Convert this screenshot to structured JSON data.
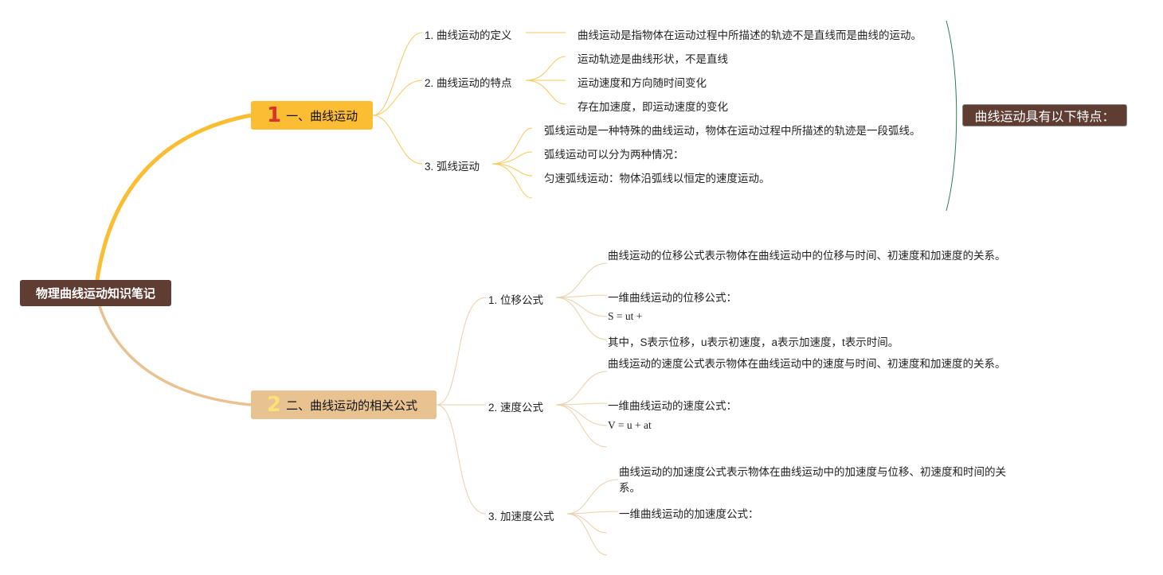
{
  "root": {
    "title": "物理曲线运动知识笔记"
  },
  "branch1": {
    "number": "1",
    "label": "一、曲线运动",
    "topics": [
      {
        "label": "1. 曲线运动的定义",
        "items": [
          "曲线运动是指物体在运动过程中所描述的轨迹不是直线而是曲线的运动。"
        ]
      },
      {
        "label": "2. 曲线运动的特点",
        "items": [
          "运动轨迹是曲线形状，不是直线",
          "运动速度和方向随时间变化",
          "存在加速度，即运动速度的变化"
        ]
      },
      {
        "label": "3. 弧线运动",
        "items": [
          "弧线运动是一种特殊的曲线运动，物体在运动过程中所描述的轨迹是一段弧线。",
          "弧线运动可以分为两种情况：",
          "匀速弧线运动：物体沿弧线以恒定的速度运动。"
        ]
      }
    ],
    "summary": "曲线运动具有以下特点："
  },
  "branch2": {
    "number": "2",
    "label": "二、曲线运动的相关公式",
    "topics": [
      {
        "label": "1. 位移公式",
        "items": [
          "曲线运动的位移公式表示物体在曲线运动中的位移与时间、初速度和加速度的关系。",
          "一维曲线运动的位移公式：",
          "S = ut +",
          "其中，S表示位移，u表示初速度，a表示加速度，t表示时间。"
        ]
      },
      {
        "label": "2. 速度公式",
        "items": [
          "曲线运动的速度公式表示物体在曲线运动中的速度与时间、初速度和加速度的关系。",
          "一维曲线运动的速度公式：",
          "V = u + at"
        ]
      },
      {
        "label": "3. 加速度公式",
        "items": [
          "曲线运动的加速度公式表示物体在曲线运动中的加速度与位移、初速度和时间的关系。",
          "一维曲线运动的加速度公式："
        ]
      }
    ]
  },
  "colors": {
    "root_bg": "#5f3d33",
    "branch1": "#fbbd33",
    "branch2": "#e8c291",
    "line1": "#f7c95a",
    "line2": "#eccfa8",
    "summary_bracket": "#2e7d5b",
    "number1": "#d9342b",
    "number2": "#fae178"
  }
}
